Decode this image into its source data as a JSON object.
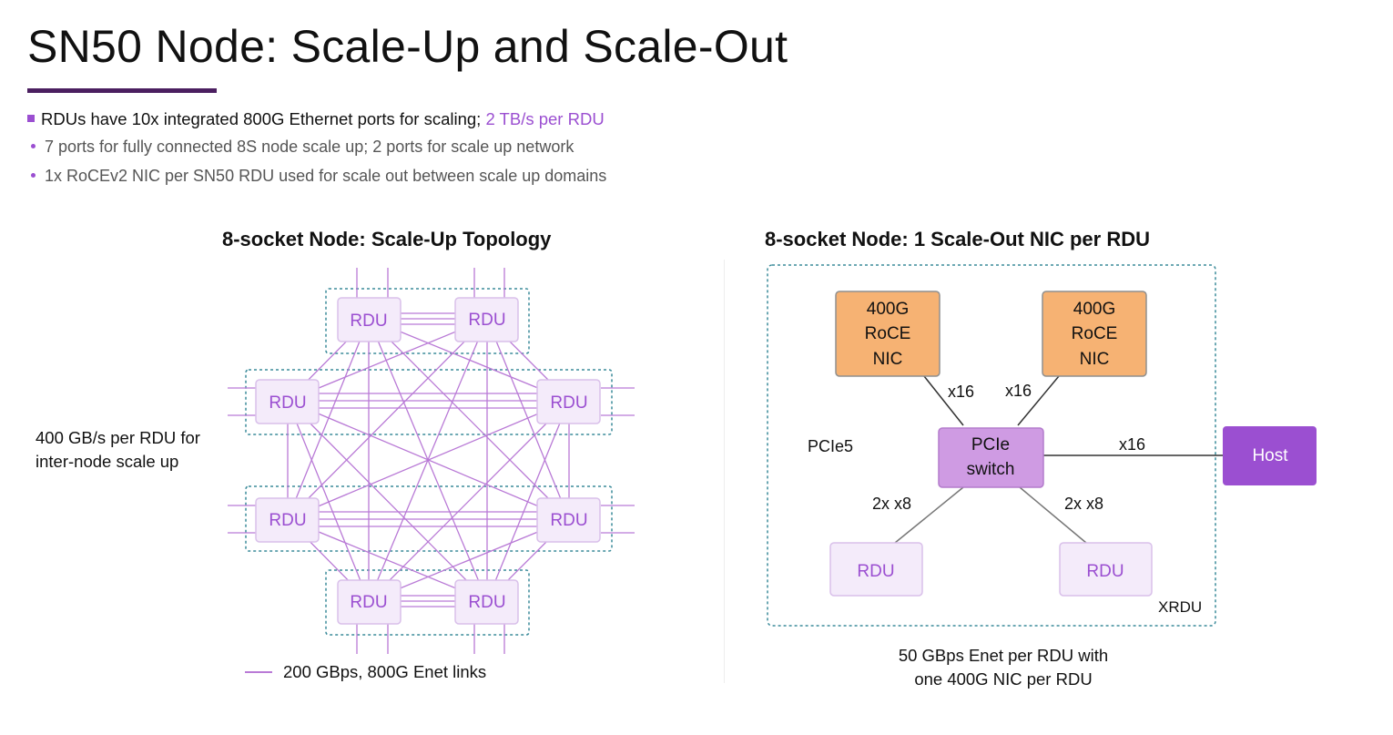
{
  "title": "SN50 Node: Scale-Up and Scale-Out",
  "bullets": {
    "main_text": "RDUs have 10x integrated 800G Ethernet ports for scaling; ",
    "main_accent": "2 TB/s per RDU",
    "sub": [
      "7 ports for fully connected 8S node scale up; 2 ports for scale up network",
      "1x RoCEv2 NIC per SN50 RDU used for scale out between scale up domains"
    ]
  },
  "left": {
    "heading": "8-socket Node: Scale-Up Topology",
    "side_note": [
      "400 GB/s per RDU for",
      "inter-node scale up"
    ],
    "rdu_label": "RDU",
    "legend": "200 GBps, 800G Enet links"
  },
  "right": {
    "heading": "8-socket Node: 1 Scale-Out NIC per RDU",
    "nic_lines": [
      "400G",
      "RoCE",
      "NIC"
    ],
    "switch_lines": [
      "PCIe",
      "switch"
    ],
    "host": "Host",
    "pcie_label": "PCIe5",
    "link_x16": "x16",
    "link_2x8": "2x x8",
    "rdu_label": "RDU",
    "xrdu": "XRDU",
    "caption": [
      "50 GBps Enet per RDU with",
      "one 400G NIC per RDU"
    ]
  },
  "colors": {
    "accent": "#9b4fd1",
    "title_bar": "#4b1f60",
    "link": "#b97ad6",
    "rdu_fill": "#f4ebfa",
    "rdu_border": "#d9c0ea",
    "nic_fill": "#f6b273",
    "switch_fill": "#cf9be3",
    "host_fill": "#9b4fd1",
    "dashed_border": "#3b8b9a"
  }
}
